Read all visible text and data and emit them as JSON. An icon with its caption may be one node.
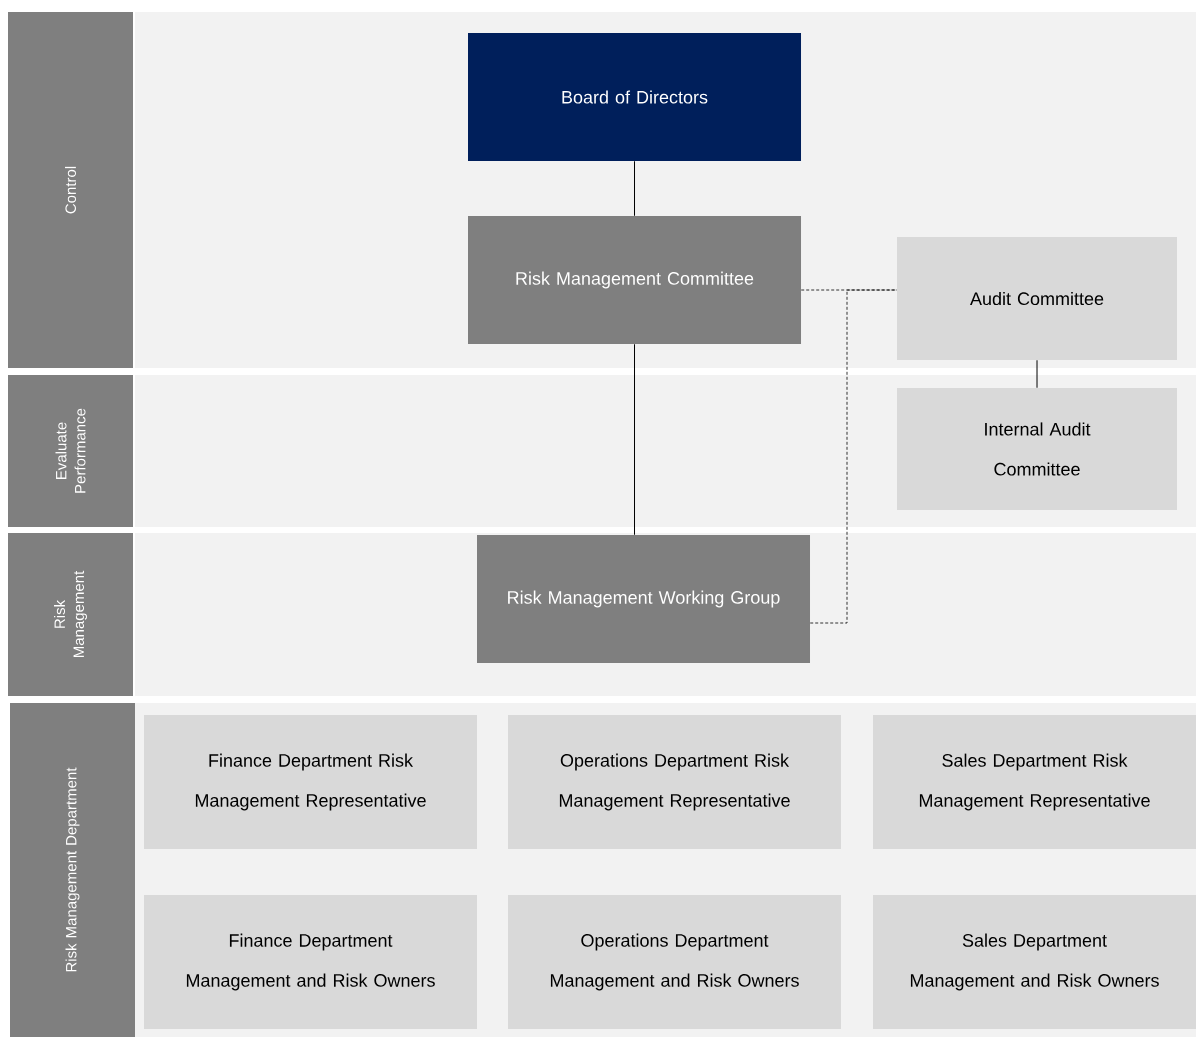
{
  "diagram": {
    "nodes": [
      {
        "text": [
          "Control"
        ]
      },
      {
        "text": [
          "Evaluate Performance"
        ]
      },
      {
        "text": [
          "Risk Management"
        ]
      },
      {
        "text": [
          "Risk Management Department"
        ]
      },
      {
        "text": [
          "Board of Directors"
        ]
      },
      {
        "text": [
          "Risk Management Committee"
        ]
      },
      {
        "text": [
          "Audit Committee"
        ]
      },
      {
        "text": [
          "Internal Audit Committee"
        ]
      },
      {
        "text": [
          "Risk Management Working Group"
        ]
      },
      {
        "text": [
          "Finance Department Risk Management Representative"
        ]
      },
      {
        "text": [
          "Operations Department Risk Management Representative"
        ]
      },
      {
        "text": [
          "Sales Department Risk Management Representative"
        ]
      },
      {
        "text": [
          "Finance Department Management and Risk Owners"
        ]
      },
      {
        "text": [
          "Operations Department Management and Risk Owners"
        ]
      },
      {
        "text": [
          "Sales Department Management and Risk Owners"
        ]
      }
    ],
    "edges": [
      {
        "from": 4,
        "to": 5,
        "arrow": "none"
      },
      {
        "from": 5,
        "to": 8,
        "arrow": "none"
      },
      {
        "from": 6,
        "to": 7,
        "arrow": "none"
      },
      {
        "from": 5,
        "to": 6,
        "arrow": "none",
        "style": "dashed"
      },
      {
        "from": 8,
        "to": 6,
        "arrow": "none",
        "style": "dashed"
      }
    ]
  }
}
